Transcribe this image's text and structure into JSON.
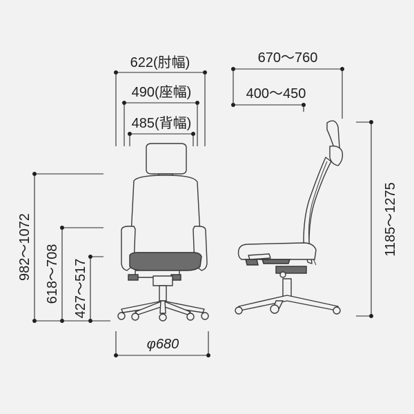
{
  "dimensions": {
    "armrest_width": "622(肘幅)",
    "seat_width": "490(座幅)",
    "back_width": "485(背幅)",
    "base_diameter": "φ680",
    "depth_total": "670～760",
    "seat_depth": "400～450",
    "overall_height": "1185～1275",
    "headrest_height": "982～1072",
    "armrest_height": "618～708",
    "seat_height": "427～517"
  },
  "colors": {
    "background": "#f2f2f2",
    "line": "#2a2a2a"
  }
}
